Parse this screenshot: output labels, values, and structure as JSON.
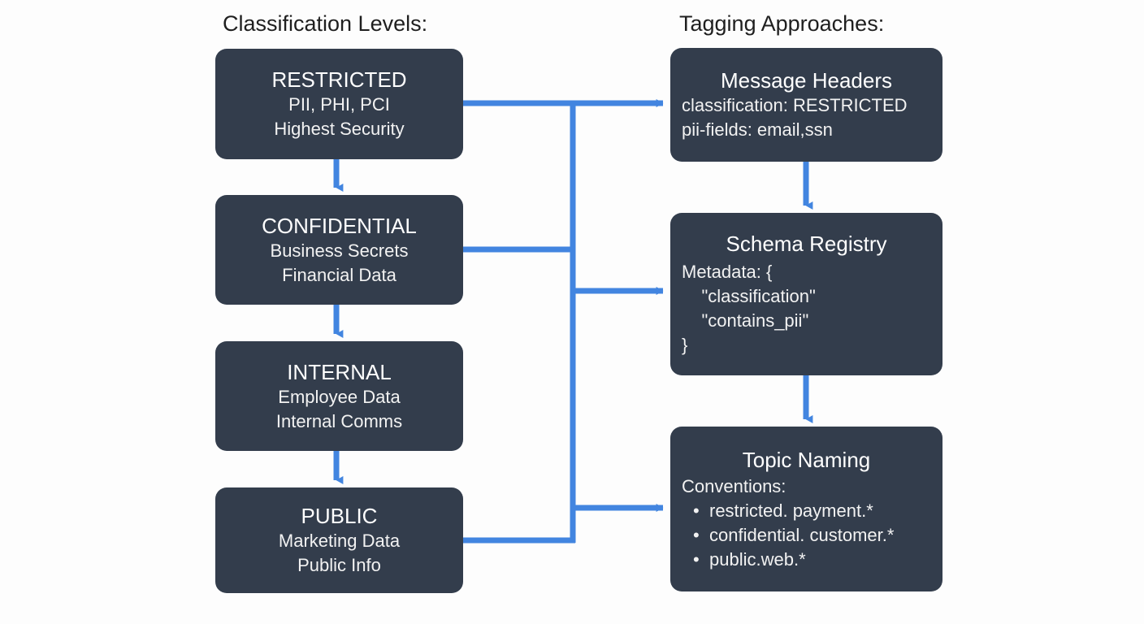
{
  "diagram": {
    "background_color": "#fdfdfd",
    "node_color": "#333d4c",
    "connector_color": "#4285e0",
    "heading_color": "#1f1f1f",
    "headings": {
      "left": "Classification Levels:",
      "right": "Tagging Approaches:"
    }
  },
  "classification_levels": [
    {
      "title": "RESTRICTED",
      "lines": [
        "PII, PHI, PCI",
        "Highest Security"
      ]
    },
    {
      "title": "CONFIDENTIAL",
      "lines": [
        "Business Secrets",
        "Financial Data"
      ]
    },
    {
      "title": "INTERNAL",
      "lines": [
        "Employee Data",
        "Internal Comms"
      ]
    },
    {
      "title": "PUBLIC",
      "lines": [
        "Marketing Data",
        "Public Info"
      ]
    }
  ],
  "tagging_approaches": [
    {
      "title": "Message Headers",
      "lines": [
        "classification: RESTRICTED",
        "pii-fields: email,ssn"
      ]
    },
    {
      "title": "Schema Registry",
      "lines": [
        "Metadata: {",
        "    \"classification\"",
        "    \"contains_pii\"",
        "}"
      ]
    },
    {
      "title": "Topic Naming",
      "intro": "Conventions:",
      "bullets": [
        "restricted. payment.*",
        "confidential. customer.*",
        "public.web.*"
      ]
    }
  ]
}
